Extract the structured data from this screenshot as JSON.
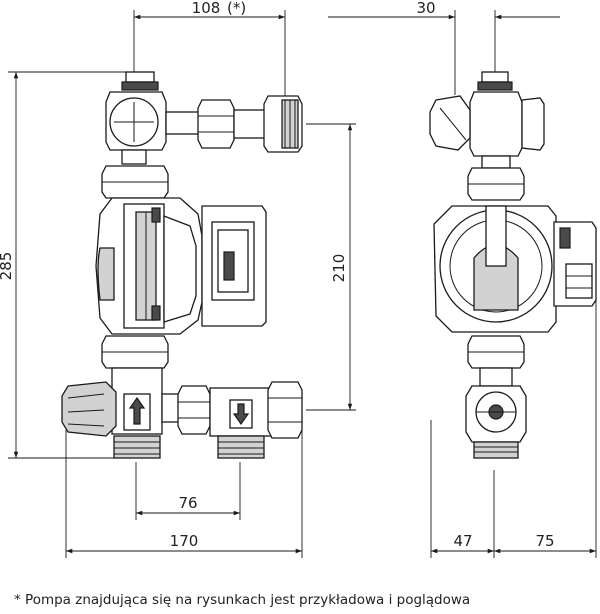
{
  "dimensions": {
    "top_left": "108",
    "top_left_suffix": "(*)",
    "top_right": "30",
    "height_total": "285",
    "height_ports": "210",
    "port_spacing": "76",
    "width_front": "170",
    "side_left": "47",
    "side_right": "75"
  },
  "footnote": "* Pompa znajdująca się na rysunkach jest przykładowa i poglądowa"
}
